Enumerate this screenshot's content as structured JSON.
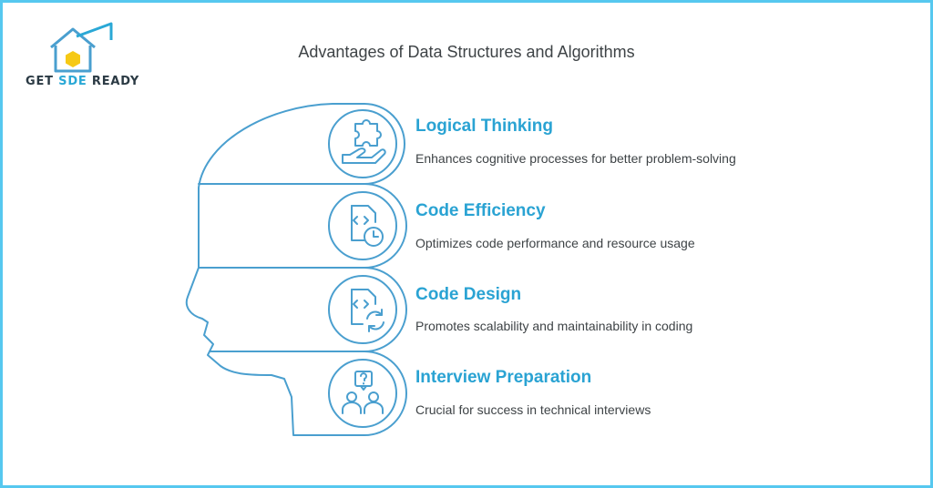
{
  "brand": {
    "name_prefix": "GET ",
    "name_accent": "SDE",
    "name_suffix": " READY",
    "accent_color": "#2aa8d6",
    "logo_icons": [
      "house-outline-icon",
      "hexagon-icon",
      "graduation-cap-icon"
    ]
  },
  "title": "Advantages of Data Structures and Algorithms",
  "colors": {
    "outline": "#4a9fcf",
    "heading": "#2aa3d3",
    "border": "#56c8ef"
  },
  "items": [
    {
      "title": "Logical Thinking",
      "description": "Enhances cognitive processes for better problem-solving",
      "icon": "puzzle-hand-icon"
    },
    {
      "title": "Code Efficiency",
      "description": "Optimizes code performance and resource usage",
      "icon": "code-clock-icon"
    },
    {
      "title": "Code Design",
      "description": "Promotes scalability and maintainability in coding",
      "icon": "code-refresh-icon"
    },
    {
      "title": "Interview Preparation",
      "description": "Crucial for success in technical interviews",
      "icon": "question-people-icon"
    }
  ]
}
